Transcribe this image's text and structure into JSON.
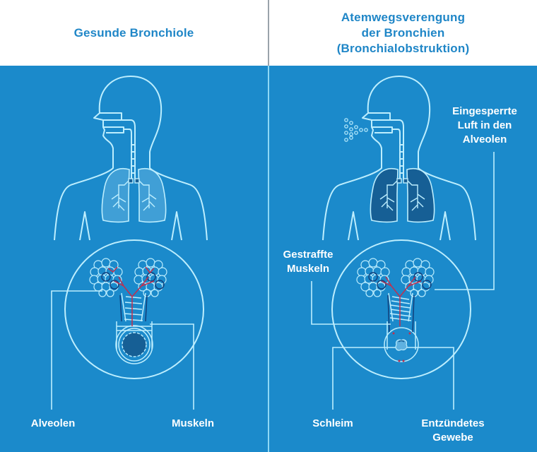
{
  "colors": {
    "title": "#1f86c7",
    "panel_background": "#1b8acb",
    "outline": "#bdeefe",
    "lung_fill_healthy": "#5fb1e0",
    "lung_fill_obstructed": "#165f95",
    "vessel_red": "#c0304f",
    "vessel_dark": "#123f7a",
    "label_text": "#ffffff"
  },
  "panels": {
    "left": {
      "title": "Gesunde Bronchiole",
      "labels": {
        "alveoli": "Alveolen",
        "muscles": "Muskeln"
      }
    },
    "right": {
      "title": "Atemwegsverengung\nder Bronchien\n(Bronchialobstruktion)",
      "labels": {
        "trapped_air": "Eingesperrte\nLuft in den\nAlveolen",
        "tightened_muscles": "Gestraffte\nMuskeln",
        "mucus": "Schleim",
        "inflamed_tissue": "Entzündetes\nGewebe"
      }
    }
  }
}
